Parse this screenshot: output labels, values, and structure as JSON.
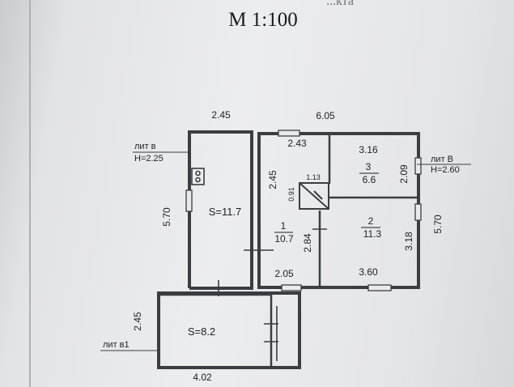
{
  "header": {
    "partial_text": "...кта",
    "scale": "М 1:100"
  },
  "plan": {
    "wall_color": "#3a3d42",
    "top_dims": {
      "left": "2.45",
      "right": "6.05"
    },
    "left_block": {
      "lit_label": "лит в",
      "height": "Н=2.25",
      "height_dim": "5.70",
      "area": "S=11.7"
    },
    "main_block": {
      "lit_label": "лит В",
      "height": "Н=2.60",
      "height_dim": "5.70",
      "dims": {
        "top_inner": "2.43",
        "top_right": "3.16",
        "left_inner": "2.45",
        "stair_w": "1.13",
        "stair_h": "0.91",
        "right_inner": "2.09",
        "mid_v": "2.84",
        "right_lower": "3.18",
        "bottom_left": "2.05",
        "bottom_right": "3.60"
      },
      "rooms": [
        {
          "num": "1",
          "area": "10.7"
        },
        {
          "num": "2",
          "area": "11.3"
        },
        {
          "num": "3",
          "area": "6.6"
        }
      ]
    },
    "porch": {
      "lit_label": "лит в1",
      "height_dim": "2.45",
      "width_dim": "4.02",
      "area": "S=8.2"
    }
  }
}
